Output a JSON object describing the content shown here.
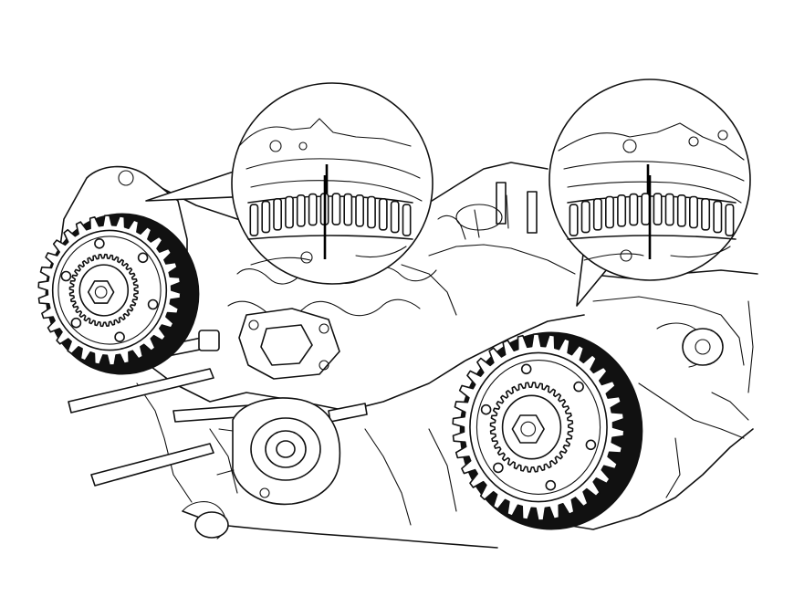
{
  "figure": {
    "background_color": "#ffffff",
    "line_color": "#111111",
    "components": [
      "left-camshaft-timing-pulley",
      "right-camshaft-timing-pulley",
      "water-pump",
      "engine-block-outline",
      "left-timing-mark-magnifier",
      "right-timing-mark-magnifier"
    ]
  }
}
